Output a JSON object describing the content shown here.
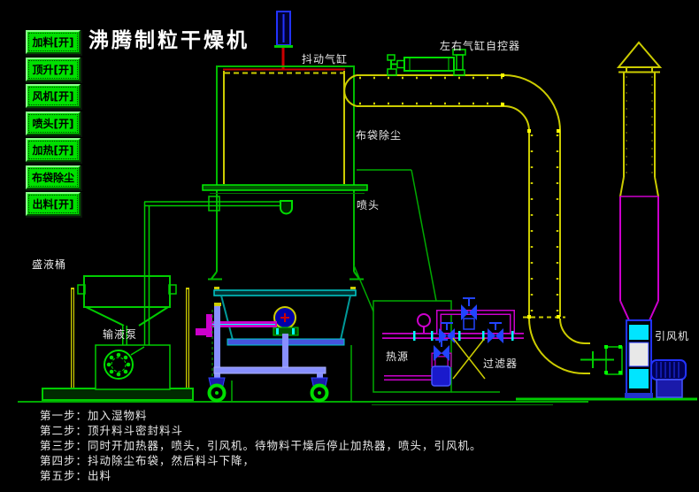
{
  "app": {
    "title": "沸腾制粒干燥机"
  },
  "sidebar": {
    "buttons": [
      {
        "id": "feed",
        "label": "加料[开]"
      },
      {
        "id": "lift",
        "label": "顶升[开]"
      },
      {
        "id": "fan",
        "label": "风机[开]"
      },
      {
        "id": "nozzle",
        "label": "喷头[开]"
      },
      {
        "id": "heat",
        "label": "加热[开]"
      },
      {
        "id": "bag-dust",
        "label": "布袋除尘"
      },
      {
        "id": "discharge",
        "label": "出料[开]"
      }
    ]
  },
  "diagram": {
    "labels": {
      "shaker_cylinder": "抖动气缸",
      "lr_cylinder_controller": "左右气缸自控器",
      "bag_dust": "布袋除尘",
      "spray_head": "喷头",
      "liquid_tank": "盛液桶",
      "liquid_pump": "输液泵",
      "heat_source": "热源",
      "filter": "过滤器",
      "draft_fan": "引风机"
    }
  },
  "steps": {
    "lines": [
      "第一步：加入湿物料",
      "第二步：顶升料斗密封料斗",
      "第三步：同时开加热器，喷头，引风机。待物料干燥后停止加热器，喷头，引风机。",
      "第四步：抖动除尘布袋，然后料斗下降，",
      "第五步：出料"
    ]
  },
  "palette": {
    "background": "#000000",
    "button_green": "#00e000",
    "line_green": "#00bb00",
    "line_yellow": "#cccc00",
    "line_magenta": "#cc00cc",
    "line_cyan": "#00cccc",
    "line_blue": "#2233ff",
    "trolley_blue": "#8890ff",
    "line_red": "#cc0000",
    "label_white": "#e8e8e8",
    "title_white": "#ffffff"
  }
}
